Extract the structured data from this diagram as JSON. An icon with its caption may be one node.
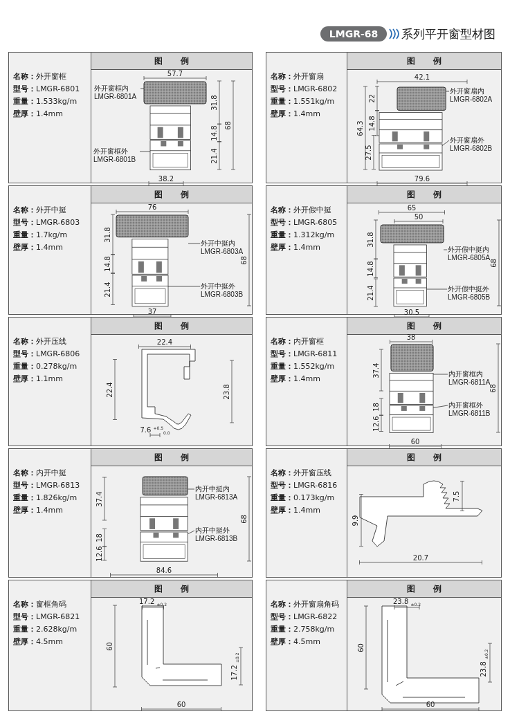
{
  "diagram": {
    "title": "系列平开窗型材图",
    "nodes": [
      {
        "text": [
          "LMGR-68"
        ]
      },
      {
        "text": [
          "**名称：**外开窗框",
          "**型号：**LMGR-6801",
          "**重量：**1.533kg/m",
          "**壁厚：**1.4mm"
        ]
      },
      {
        "text": [
          "图 例"
        ]
      },
      {
        "text": [
          "外开窗框内 LMGR-6801A"
        ],
        "in": 2
      },
      {
        "text": [
          "外开窗框外 LMGR-6801B"
        ],
        "in": 2
      },
      {
        "text": [
          "**名称：**外开窗扇",
          "**型号：**LMGR-6802",
          "**重量：**1.551kg/m",
          "**壁厚：**1.4mm"
        ]
      },
      {
        "text": [
          "图 例"
        ]
      },
      {
        "text": [
          "外开窗扇内 LMGR-6802A"
        ],
        "in": 6
      },
      {
        "text": [
          "外开窗扇外 LMGR-6802B"
        ],
        "in": 6
      },
      {
        "text": [
          "**名称：**外开中挺",
          "**型号：**LMGR-6803",
          "**重量：**1.7kg/m",
          "**壁厚：**1.4mm"
        ]
      },
      {
        "text": [
          "图 例"
        ]
      },
      {
        "text": [
          "外开中挺内 LMGR-6803A"
        ],
        "in": 10
      },
      {
        "text": [
          "外开中挺外 LMGR-6803B"
        ],
        "in": 10
      },
      {
        "text": [
          "**名称：**外开假中挺",
          "**型号：**LMGR-6805",
          "**重量：**1.312kg/m",
          "**壁厚：**1.4mm"
        ]
      },
      {
        "text": [
          "图 例"
        ]
      },
      {
        "text": [
          "外开假中挺内 LMGR-6805A"
        ],
        "in": 14
      },
      {
        "text": [
          "外开假中挺外 LMGR-6805B"
        ],
        "in": 14
      },
      {
        "text": [
          "**名称：**外开压线",
          "**型号：**LMGR-6806",
          "**重量：**0.278kg/m",
          "**壁厚：**1.1mm"
        ]
      },
      {
        "text": [
          "图 例"
        ]
      },
      {
        "text": [
          "**名称：**内开窗框",
          "**型号：**LMGR-6811",
          "**重量：**1.552kg/m",
          "**壁厚：**1.4mm"
        ]
      },
      {
        "text": [
          "图 例"
        ]
      },
      {
        "text": [
          "内开窗框内 LMGR-6811A"
        ],
        "in": 20
      },
      {
        "text": [
          "内开窗框外 LMGR-6811B"
        ],
        "in": 20
      },
      {
        "text": [
          "**名称：**内开中挺",
          "**型号：**LMGR-6813",
          "**重量：**1.826kg/m",
          "**壁厚：**1.4mm"
        ]
      },
      {
        "text": [
          "图 例"
        ]
      },
      {
        "text": [
          "内开中挺内 LMGR-6813A"
        ],
        "in": 24
      },
      {
        "text": [
          "内开中挺外 LMGR-6813B"
        ],
        "in": 24
      },
      {
        "text": [
          "**名称：**外开窗压线",
          "**型号：**LMGR-6816",
          "**重量：**0.173kg/m",
          "**壁厚：**1.4mm"
        ]
      },
      {
        "text": [
          "图 例"
        ]
      },
      {
        "text": [
          "**名称：**窗框角码",
          "**型号：**LMGR-6821",
          "**重量：**2.628kg/m",
          "**壁厚：**4.5mm"
        ]
      },
      {
        "text": [
          "图 例"
        ]
      },
      {
        "text": [
          "**名称：**外开窗扇角码",
          "**型号：**LMGR-6822",
          "**重量：**2.758kg/m",
          "**壁厚：**4.5mm"
        ]
      },
      {
        "text": [
          "图 例"
        ]
      },
      {
        "text": [],
        "shape": "picture",
        "in": 2
      },
      {
        "text": [],
        "shape": "picture",
        "in": 2
      },
      {
        "text": [],
        "shape": "picture",
        "in": 6
      },
      {
        "text": [],
        "shape": "picture",
        "in": 6
      },
      {
        "text": [],
        "shape": "picture",
        "in": 10
      },
      {
        "text": [],
        "shape": "picture",
        "in": 10
      },
      {
        "text": [],
        "shape": "picture",
        "in": 14
      },
      {
        "text": [],
        "shape": "picture",
        "in": 14
      },
      {
        "text": [],
        "shape": "picture",
        "in": 20
      },
      {
        "text": [],
        "shape": "picture",
        "in": 20
      },
      {
        "text": [],
        "shape": "picture",
        "in": 24
      },
      {
        "text": [],
        "shape": "picture",
        "in": 24
      }
    ],
    "edges": [
      {
        "from": 3,
        "to": 33,
        "arrow": "none"
      },
      {
        "from": 4,
        "to": 34,
        "arrow": "none"
      },
      {
        "from": 7,
        "to": 35,
        "arrow": "none"
      },
      {
        "from": 8,
        "to": 36,
        "arrow": "none"
      },
      {
        "from": 11,
        "to": 37,
        "arrow": "none"
      },
      {
        "from": 12,
        "to": 38,
        "arrow": "none"
      },
      {
        "from": 15,
        "to": 39,
        "arrow": "none"
      },
      {
        "from": 16,
        "to": 40,
        "arrow": "none"
      },
      {
        "from": 21,
        "to": 41,
        "arrow": "none"
      },
      {
        "from": 22,
        "to": 42,
        "arrow": "none"
      },
      {
        "from": 25,
        "to": 43,
        "arrow": "none"
      },
      {
        "from": 26,
        "to": 44,
        "arrow": "none"
      }
    ],
    "labels": [
      "57.7",
      "31.8",
      "68",
      "14.8",
      "21.4",
      "38.2",
      "42.1",
      "22",
      "64.3",
      "14.8",
      "27.5",
      "79.6",
      "76",
      "31.8",
      "68",
      "14.8",
      "21.4",
      "37",
      "65",
      "50",
      "31.8",
      "68",
      "14.8",
      "21.4",
      "30.5",
      "22.4",
      "22.4",
      "23.8",
      "7.6 $^{+0.5}$$_{0.0}$",
      "38",
      "37.4",
      "68",
      "18",
      "12.6",
      "60",
      "37.4",
      "68",
      "18",
      "12.6",
      "84.6",
      "7.5",
      "9.9",
      "20.7",
      "17.2 $_{±0.2}$",
      "60",
      "60",
      "17.2 $_{±0.2}$",
      "23.8 $_{±0.2}$",
      "60",
      "60",
      "23.8 $_{±0.2}$"
    ]
  }
}
